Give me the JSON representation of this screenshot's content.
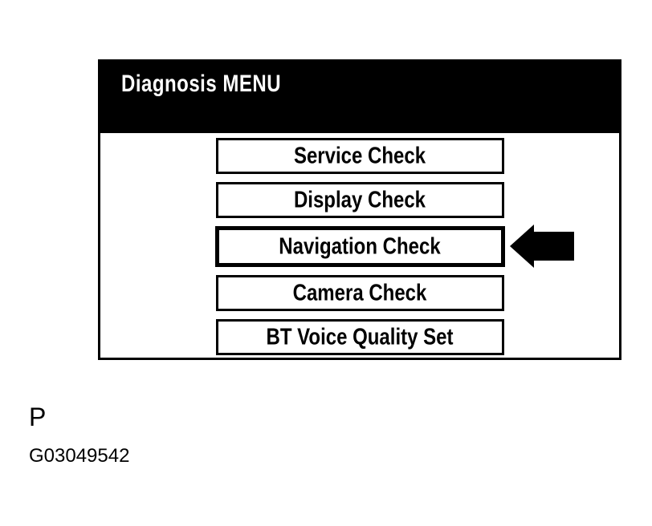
{
  "screen": {
    "title": "Diagnosis MENU",
    "menu_items": [
      {
        "label": "Service Check",
        "selected": false
      },
      {
        "label": "Display Check",
        "selected": false
      },
      {
        "label": "Navigation Check",
        "selected": true
      },
      {
        "label": "Camera Check",
        "selected": false
      },
      {
        "label": "BT Voice Quality Set",
        "selected": false
      }
    ],
    "pointer": {
      "icon": "arrow-left-icon",
      "points_to": "Navigation Check"
    }
  },
  "figure": {
    "page_marker": "P",
    "figure_id": "G03049542"
  },
  "colors": {
    "background": "#ffffff",
    "header_background": "#000000",
    "header_text": "#ffffff",
    "button_background": "#ffffff",
    "button_border": "#000000",
    "button_text": "#000000",
    "arrow": "#000000"
  }
}
